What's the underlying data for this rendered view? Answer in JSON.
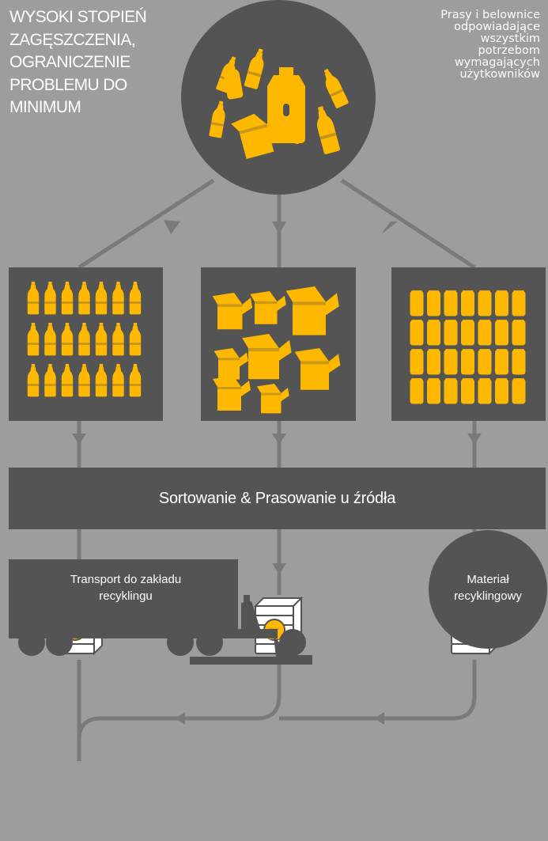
{
  "header": {
    "left_lines": [
      "WYSOKI STOPIEŃ",
      "ZAGĘSZCZENIA,",
      "OGRANICZENIE",
      "PROBLEMU DO",
      "MINIMUM"
    ],
    "right_lines": [
      "Prasy i belownice",
      "odpowiadające",
      "wszystkim",
      "potrzebom",
      "wymagających",
      "użytkowników"
    ]
  },
  "hub": {
    "icon": "mixed-waste-icon"
  },
  "panels": [
    {
      "icon": "bottles-icon"
    },
    {
      "icon": "cardboard-boxes-icon"
    },
    {
      "icon": "cans-icon"
    }
  ],
  "process": {
    "label": "Sortowanie & Prasowanie u źródła"
  },
  "bales": [
    {
      "icon": "bottle-bale-icon"
    },
    {
      "icon": "box-bale-icon"
    },
    {
      "icon": "can-bale-icon"
    }
  ],
  "transport": {
    "label_line1": "Transport do zakładu",
    "label_line2": "recyklingu",
    "icon": "truck-icon"
  },
  "output": {
    "label_line1": "Materiał",
    "label_line2": "recyklingowy"
  },
  "colors": {
    "background": "#9d9d9d",
    "dark": "#545454",
    "accent": "#ffb800",
    "line": "#7a7a7a",
    "white": "#ffffff"
  }
}
